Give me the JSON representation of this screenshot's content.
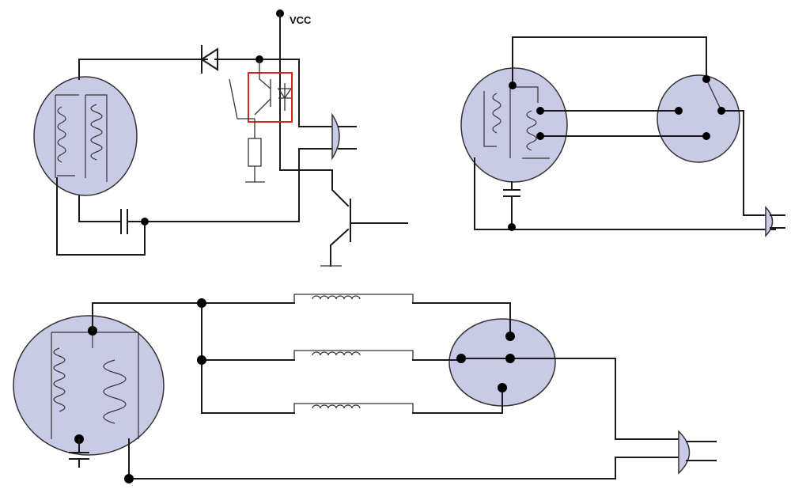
{
  "labels": {
    "vcc": "VCC"
  },
  "colors": {
    "wire": "#1a1a1a",
    "lamp_fill": "#c9cbe6",
    "highlight": "#e02020",
    "background": "#ffffff"
  },
  "diagrams": [
    {
      "name": "optocoupler-control-circuit",
      "components": [
        "fluorescent-lamp",
        "diode",
        "optocoupler",
        "resistor",
        "capacitor",
        "transistor",
        "plug"
      ]
    },
    {
      "name": "two-lamp-circuit",
      "components": [
        "fluorescent-lamp",
        "starter-lamp",
        "capacitor",
        "plug"
      ]
    },
    {
      "name": "three-inductor-circuit",
      "components": [
        "fluorescent-lamp",
        "inductor",
        "inductor",
        "inductor",
        "starter-lamp",
        "capacitor",
        "plug"
      ]
    }
  ]
}
